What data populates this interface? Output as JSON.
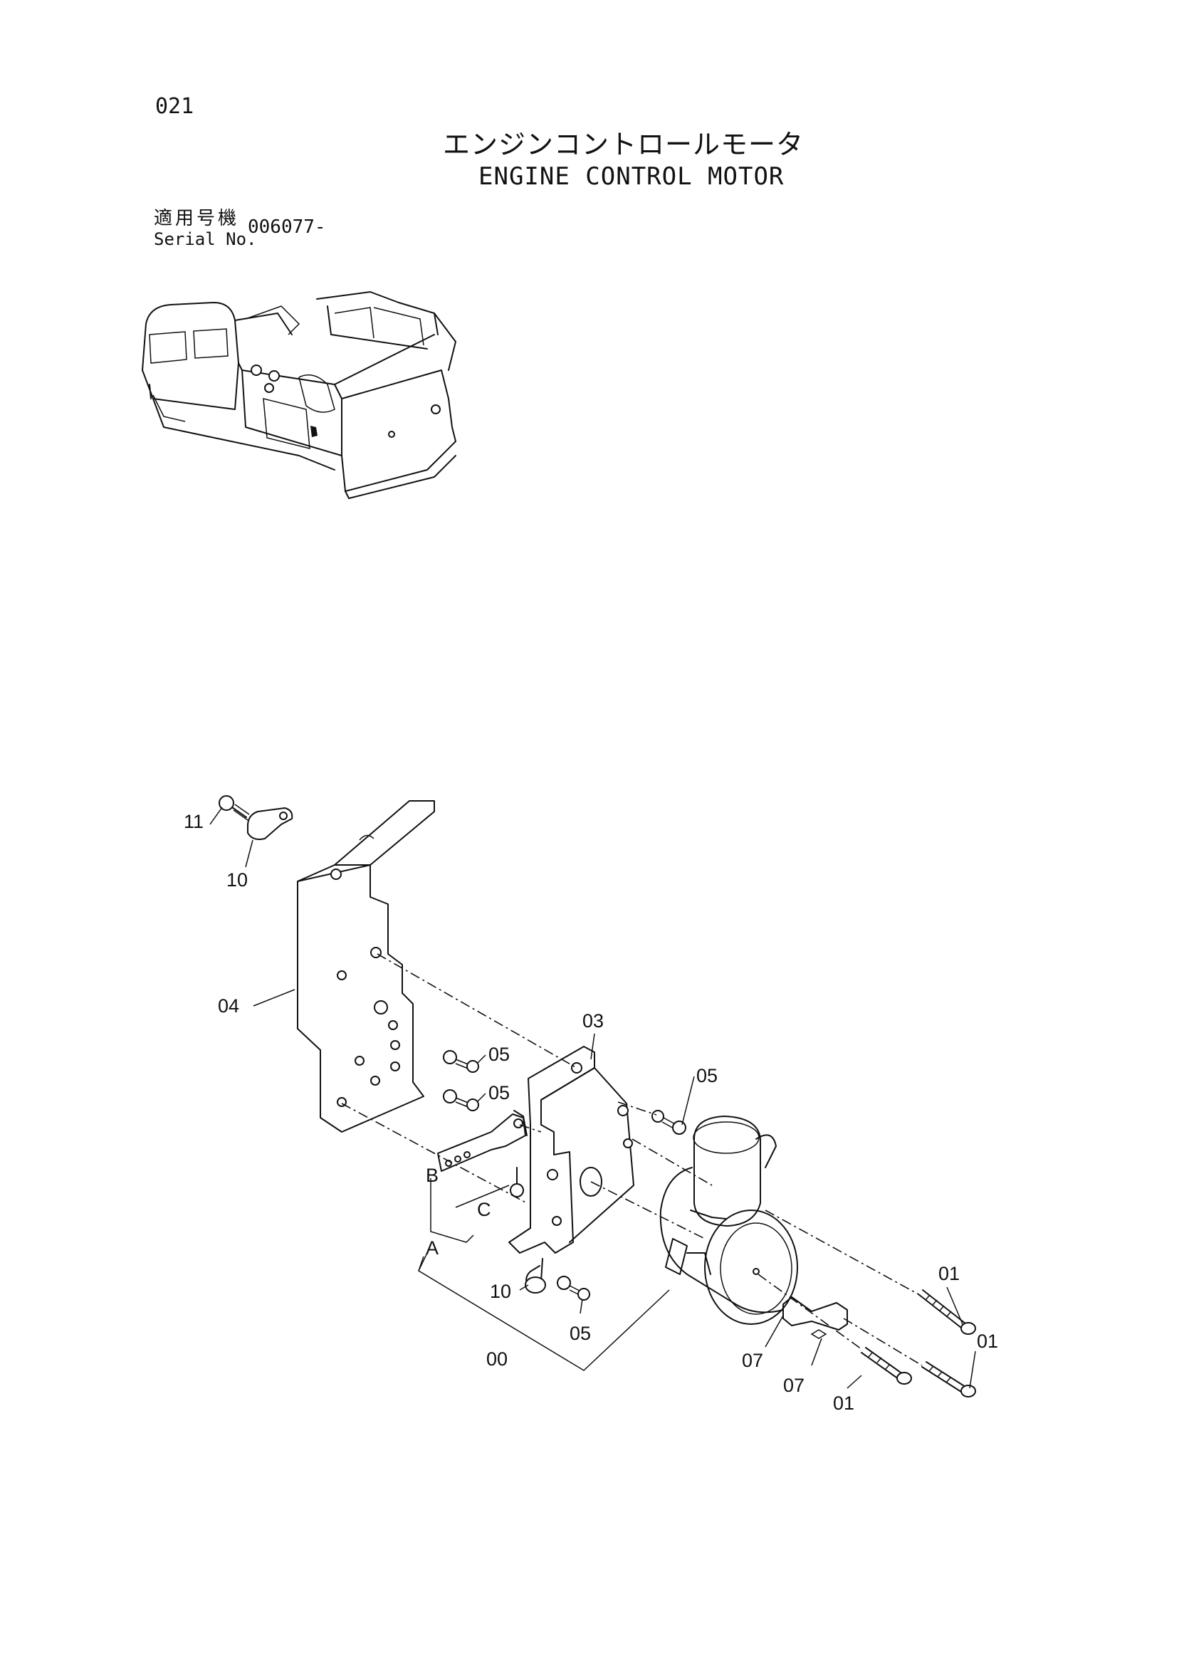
{
  "page_number": "021",
  "title_jp": "エンジンコントロールモータ",
  "title_en": "ENGINE CONTROL MOTOR",
  "serial": {
    "label_jp": "適用号機",
    "label_en": "Serial No.",
    "value": "006077-"
  },
  "callouts": {
    "c00": "00",
    "c01a": "01",
    "c01b": "01",
    "c01c": "01",
    "c03": "03",
    "c04": "04",
    "c05a": "05",
    "c05b": "05",
    "c05c": "05",
    "c05d": "05",
    "c07a": "07",
    "c07b": "07",
    "c10a": "10",
    "c10b": "10",
    "c11": "11",
    "cA": "A",
    "cB": "B",
    "cC": "C"
  }
}
